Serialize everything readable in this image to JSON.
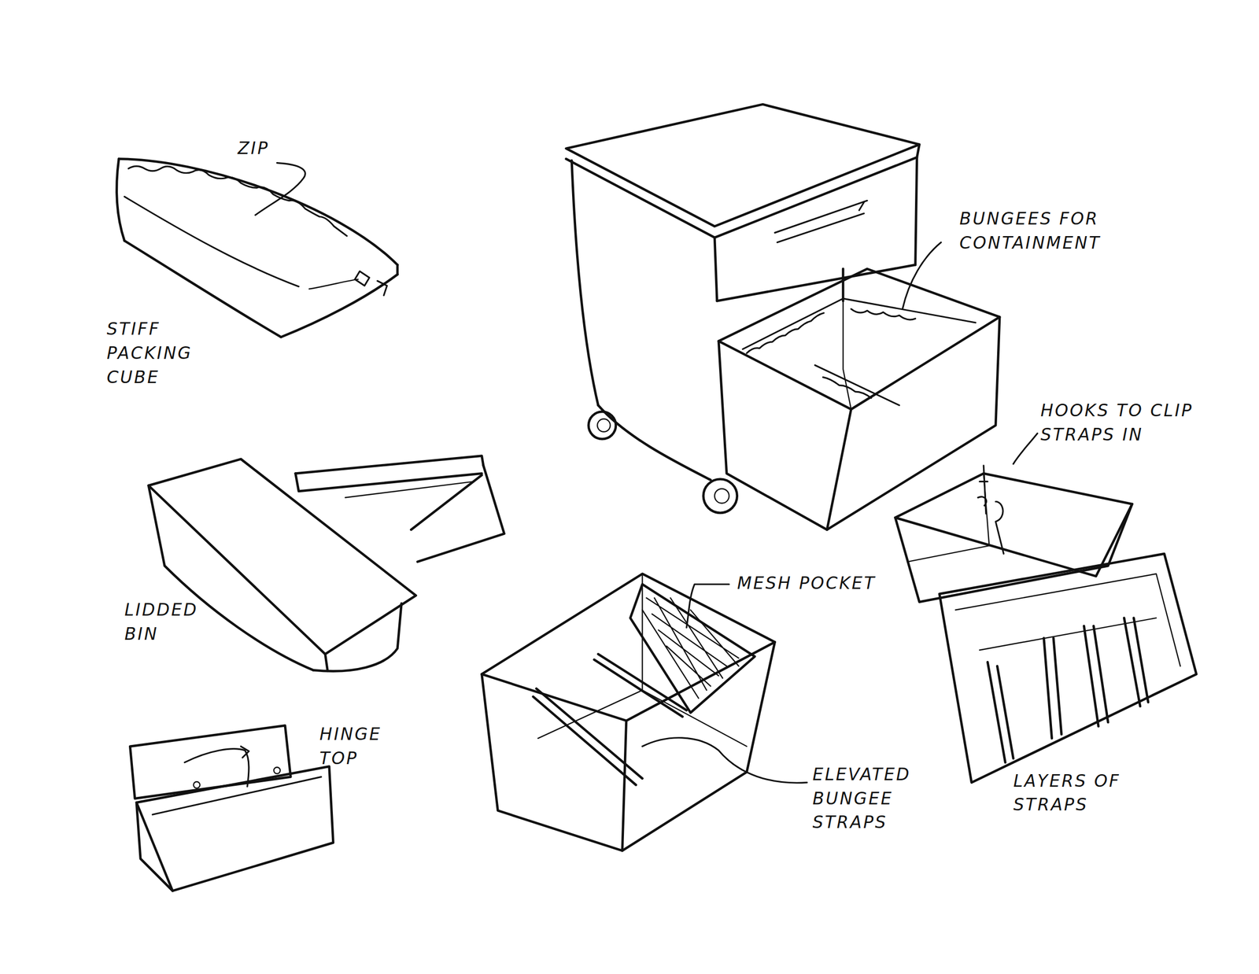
{
  "diagram": {
    "labels": [
      "ZIP",
      "STIFF PACKING CUBE",
      "BUNGEES FOR CONTAINMENT",
      "HOOKS TO CLIP STRAPS IN",
      "LIDDED BIN",
      "MESH POCKET",
      "HINGE TOP",
      "ELEVATED BUNGEE STRAPS",
      "LAYERS OF STRAPS"
    ]
  }
}
